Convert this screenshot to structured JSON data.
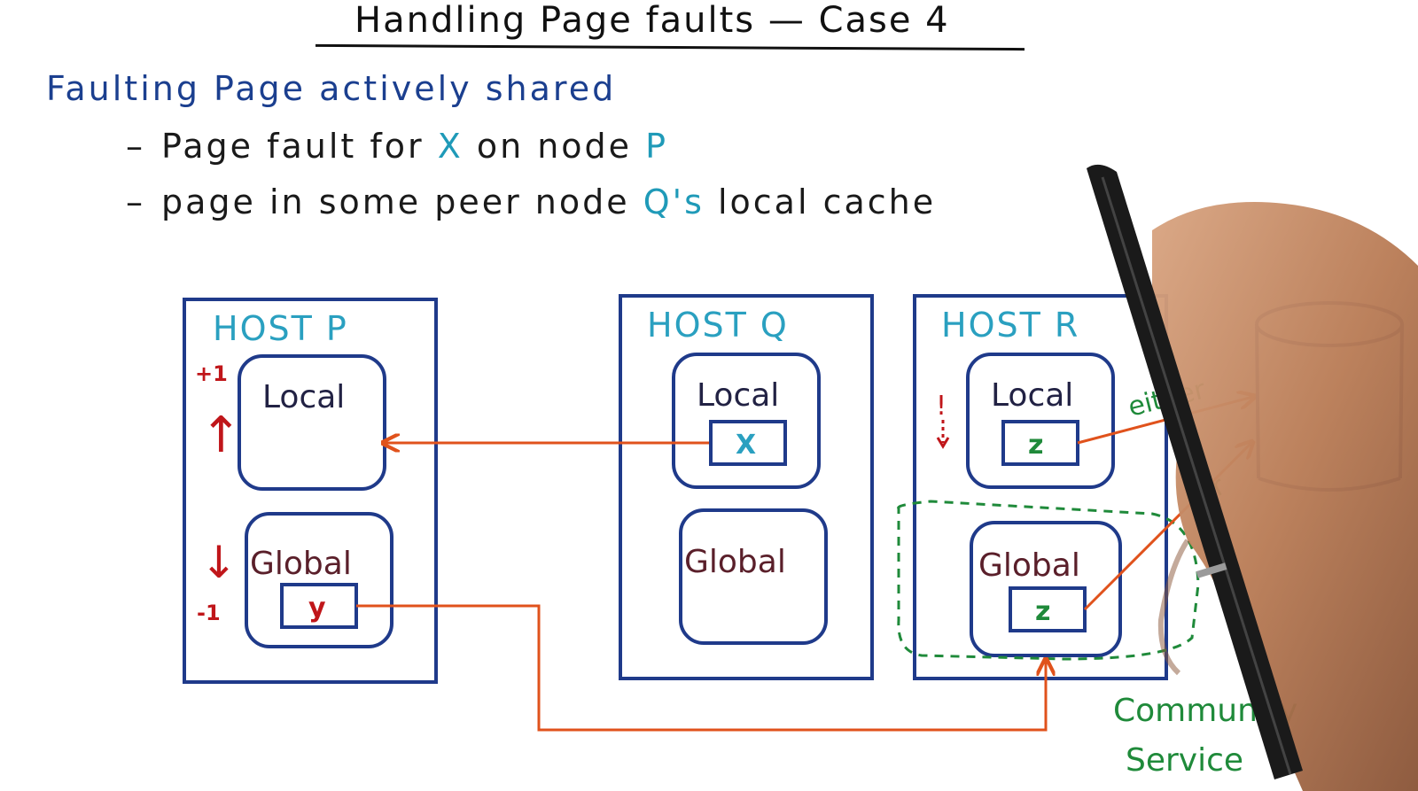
{
  "title": "Handling Page faults — Case 4",
  "heading": "Faulting Page actively shared",
  "bullets": [
    {
      "dash": "–",
      "parts": [
        "Page fault for ",
        "X",
        " on node ",
        "P"
      ]
    },
    {
      "dash": "–",
      "parts": [
        "page in some peer node ",
        "Q's",
        " local cache"
      ]
    }
  ],
  "hosts": [
    {
      "name": "HOST P",
      "local": {
        "label": "Local",
        "page": ""
      },
      "global": {
        "label": "Global",
        "page": "y"
      }
    },
    {
      "name": "HOST Q",
      "local": {
        "label": "Local",
        "page": "X"
      },
      "global": {
        "label": "Global",
        "page": ""
      }
    },
    {
      "name": "HOST R",
      "local": {
        "label": "Local",
        "page": "z"
      },
      "global": {
        "label": "Global",
        "page": "z"
      }
    }
  ],
  "markers": {
    "plus_one": "+1",
    "minus_one": "-1",
    "up_arrow": "↑",
    "down_arrow": "↓",
    "q_mark": "!"
  },
  "annotations": {
    "either": "either",
    "or": "or",
    "community_line1": "Community",
    "community_line2": "Service"
  },
  "colors": {
    "box_blue": "#1f3a8a",
    "host_label": "#2aa0c0",
    "arrow_orange": "#e0521c",
    "marker_red": "#c0161a",
    "green": "#1f8a3a"
  }
}
